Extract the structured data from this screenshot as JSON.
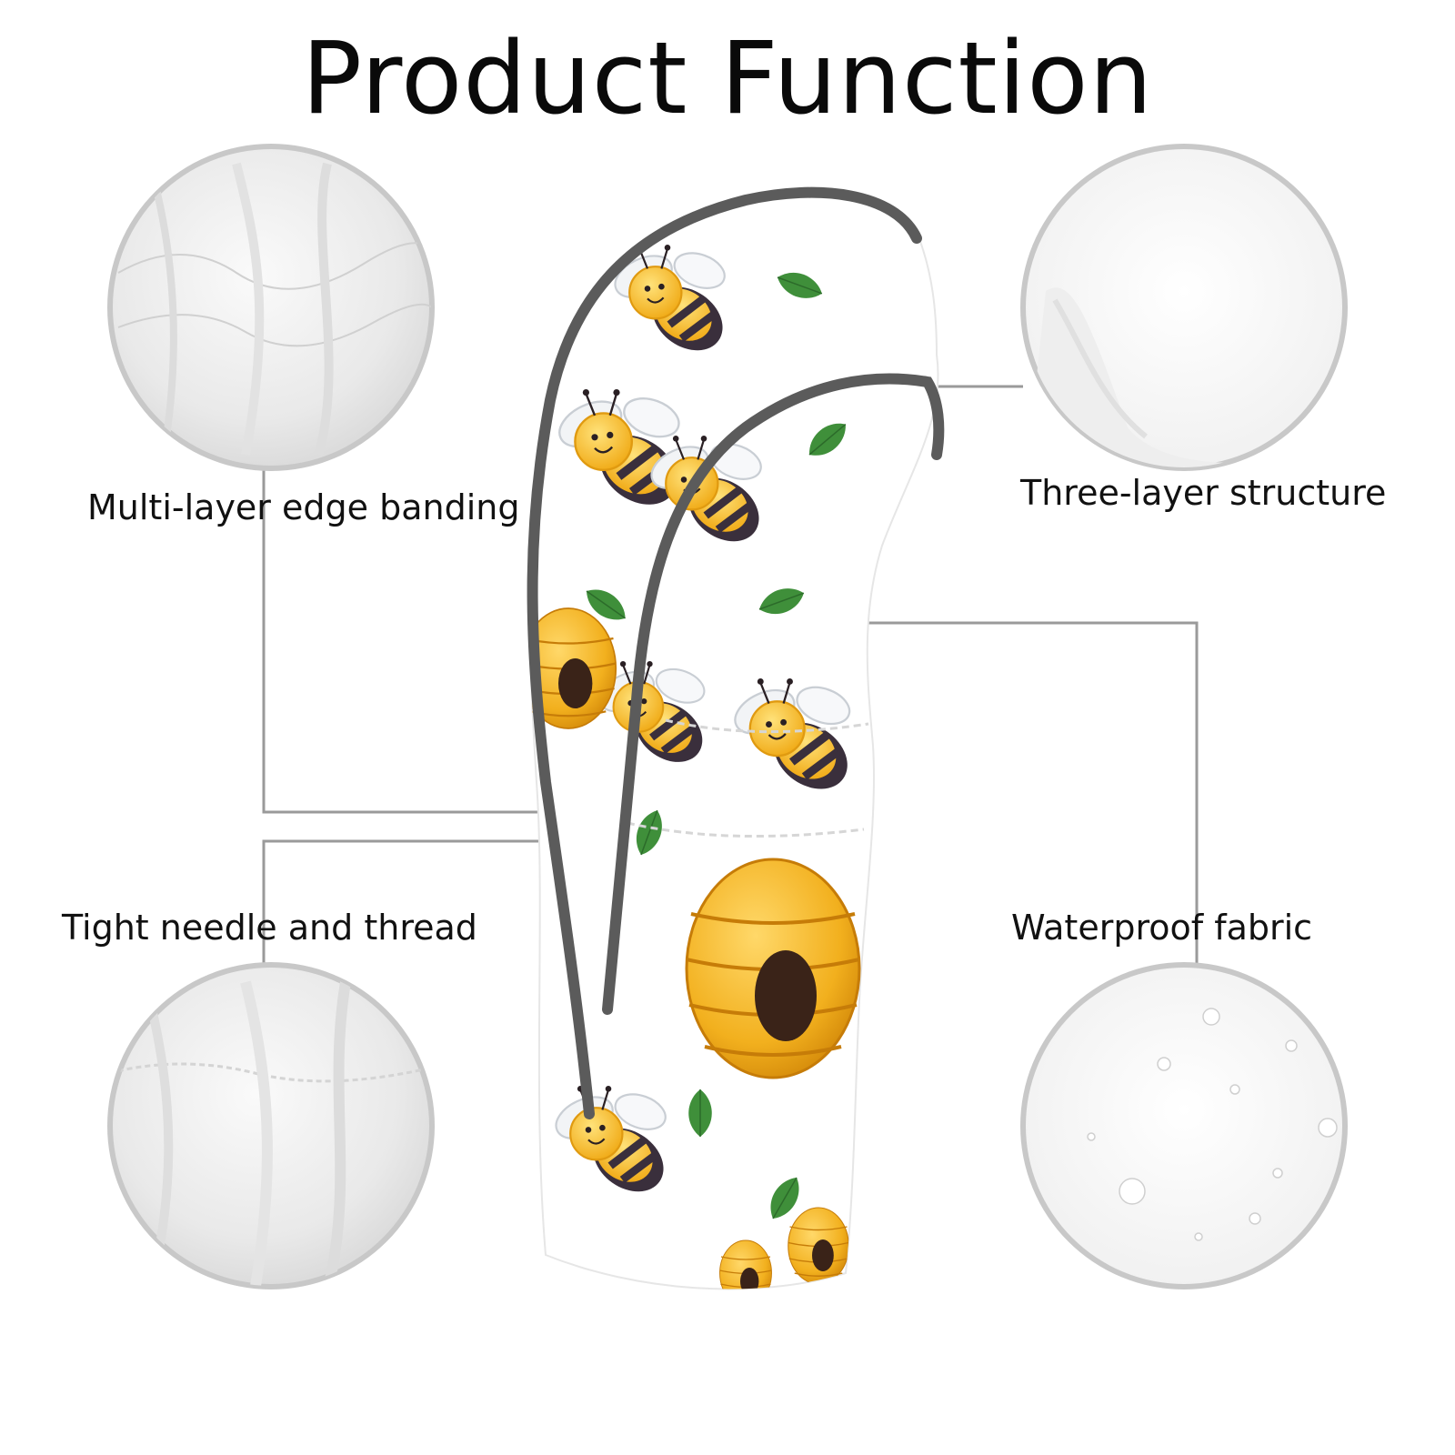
{
  "title": "Product Function",
  "features": {
    "edge_banding": "Multi-layer edge banding",
    "three_layer": "Three-layer structure",
    "needle_thread": "Tight needle and thread",
    "waterproof": "Waterproof fabric"
  },
  "colors": {
    "circle_border": "#b9b9b9",
    "connector": "#9a9a9a",
    "trim": "#5b5b5b",
    "honey": "#f2b01e",
    "bee_stripe": "#3a2f3c",
    "leaf": "#3f8f3a"
  },
  "product_pattern": "bees-and-beehives-on-white"
}
